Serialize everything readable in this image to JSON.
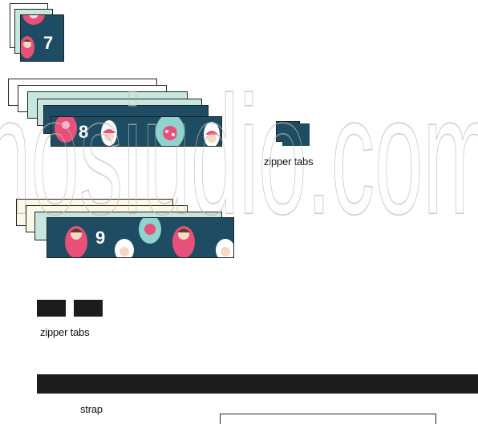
{
  "pieces": [
    {
      "id": "piece-7",
      "number": "7"
    },
    {
      "id": "piece-8",
      "number": "8"
    },
    {
      "id": "piece-9",
      "number": "9"
    }
  ],
  "labels": {
    "zipper_tabs_top": "zipper tabs",
    "zipper_tabs_bottom": "zipper tabs",
    "strap": "strap"
  },
  "watermark": "nosiudio.com",
  "colors": {
    "fabric_teal": "#1e4d63",
    "lining_mint": "#c6e6e0",
    "interfacing_cream": "#fbf9e6",
    "doll_pink": "#e8507a",
    "doll_aqua": "#8fd3cf",
    "strap_black": "#1c1c1c"
  }
}
